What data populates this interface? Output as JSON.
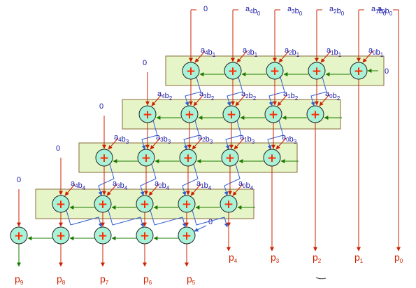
{
  "colors": {
    "row_bg": "#e6f5c8",
    "row_border": "#8a6a3a",
    "adder_fill": "#a8f2d8",
    "carry_green": "#1a7a00",
    "input_red": "#cc2200",
    "wire_blue": "#2f5fd0",
    "label_blue": "#1a1aa8"
  },
  "top_inputs": [
    {
      "base": "0",
      "sub": ""
    },
    {
      "base": "a",
      "sub": "4",
      "base2": "b",
      "sub2": "0"
    },
    {
      "base": "a",
      "sub": "3",
      "base2": "b",
      "sub2": "0"
    },
    {
      "base": "a",
      "sub": "2",
      "base2": "b",
      "sub2": "0"
    },
    {
      "base": "a",
      "sub": "1",
      "base2": "b",
      "sub2": "0"
    },
    {
      "base": "a",
      "sub": "0",
      "base2": "b",
      "sub2": "0"
    }
  ],
  "rows": [
    {
      "left_input": "0",
      "carry_in": "0",
      "partials": [
        [
          "4",
          "1"
        ],
        [
          "3",
          "1"
        ],
        [
          "2",
          "1"
        ],
        [
          "1",
          "1"
        ],
        [
          "0",
          "1"
        ]
      ]
    },
    {
      "left_input": "0",
      "carry_in": "",
      "partials": [
        [
          "4",
          "2"
        ],
        [
          "3",
          "2"
        ],
        [
          "2",
          "2"
        ],
        [
          "1",
          "2"
        ],
        [
          "0",
          "2"
        ]
      ]
    },
    {
      "left_input": "0",
      "carry_in": "",
      "partials": [
        [
          "4",
          "3"
        ],
        [
          "3",
          "3"
        ],
        [
          "2",
          "3"
        ],
        [
          "1",
          "3"
        ],
        [
          "0",
          "3"
        ]
      ]
    },
    {
      "left_input": "0",
      "carry_in": "",
      "partials": [
        [
          "4",
          "4"
        ],
        [
          "3",
          "4"
        ],
        [
          "2",
          "4"
        ],
        [
          "1",
          "4"
        ],
        [
          "0",
          "4"
        ]
      ]
    }
  ],
  "final_row": {
    "left_input": "0",
    "carry_in": "0"
  },
  "adder_symbol": "+",
  "outputs": [
    {
      "label": "p",
      "sub": "9"
    },
    {
      "label": "p",
      "sub": "8"
    },
    {
      "label": "p",
      "sub": "7"
    },
    {
      "label": "p",
      "sub": "6"
    },
    {
      "label": "p",
      "sub": "5"
    },
    {
      "label": "p",
      "sub": "4"
    },
    {
      "label": "p",
      "sub": "3"
    },
    {
      "label": "p",
      "sub": "2"
    },
    {
      "label": "p",
      "sub": "1"
    },
    {
      "label": "p",
      "sub": "0"
    }
  ]
}
